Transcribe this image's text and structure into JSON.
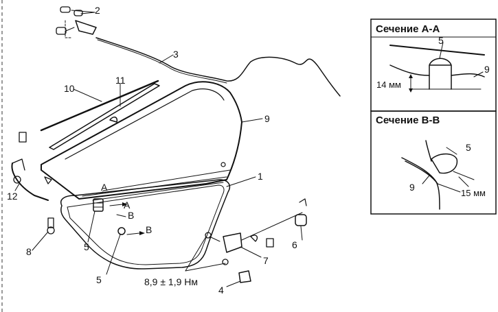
{
  "callouts": {
    "c1": "1",
    "c2": "2",
    "c3": "3",
    "c4": "4",
    "c5a": "5",
    "c5b": "5",
    "c6": "6",
    "c7": "7",
    "c8": "8",
    "c9": "9",
    "c10": "10",
    "c11": "11",
    "c12": "12"
  },
  "section_marks": {
    "a_upper": "A",
    "a_lower": "A",
    "b_upper": "B",
    "b_lower": "B"
  },
  "torque": "8,9 ± 1,9 Нм",
  "section_aa": {
    "title": "Сечение А-А",
    "label_5": "5",
    "label_9": "9",
    "dimension": "14 мм"
  },
  "section_bb": {
    "title": "Сечение В-В",
    "label_5": "5",
    "label_9": "9",
    "dimension": "15 мм"
  }
}
